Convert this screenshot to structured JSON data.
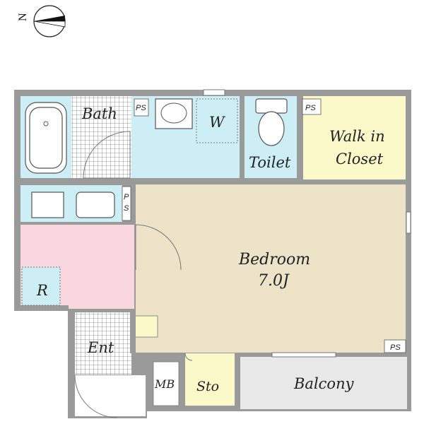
{
  "compass": {
    "label": "N",
    "icon": "north-arrow-icon"
  },
  "rooms": {
    "bath": "Bath",
    "washroom": "W",
    "toilet": "Toilet",
    "walk_in_closet_line1": "Walk in",
    "walk_in_closet_line2": "Closet",
    "bedroom": "Bedroom",
    "bedroom_size": "7.0J",
    "refrigerator": "R",
    "entrance": "Ent",
    "meter_box": "MB",
    "storage": "Sto",
    "balcony": "Balcony"
  },
  "pipe_space": {
    "label": "PS",
    "kitchen_label_top": "P",
    "kitchen_label_bottom": "S"
  },
  "colors": {
    "wall": "#9a9a9a",
    "wet_area": "#cdeef5",
    "bedroom": "#ece3c8",
    "kitchen": "#f8d7df",
    "closet": "#fbf8c9",
    "balcony": "#e9e9e9",
    "tile": "#ffffff"
  }
}
